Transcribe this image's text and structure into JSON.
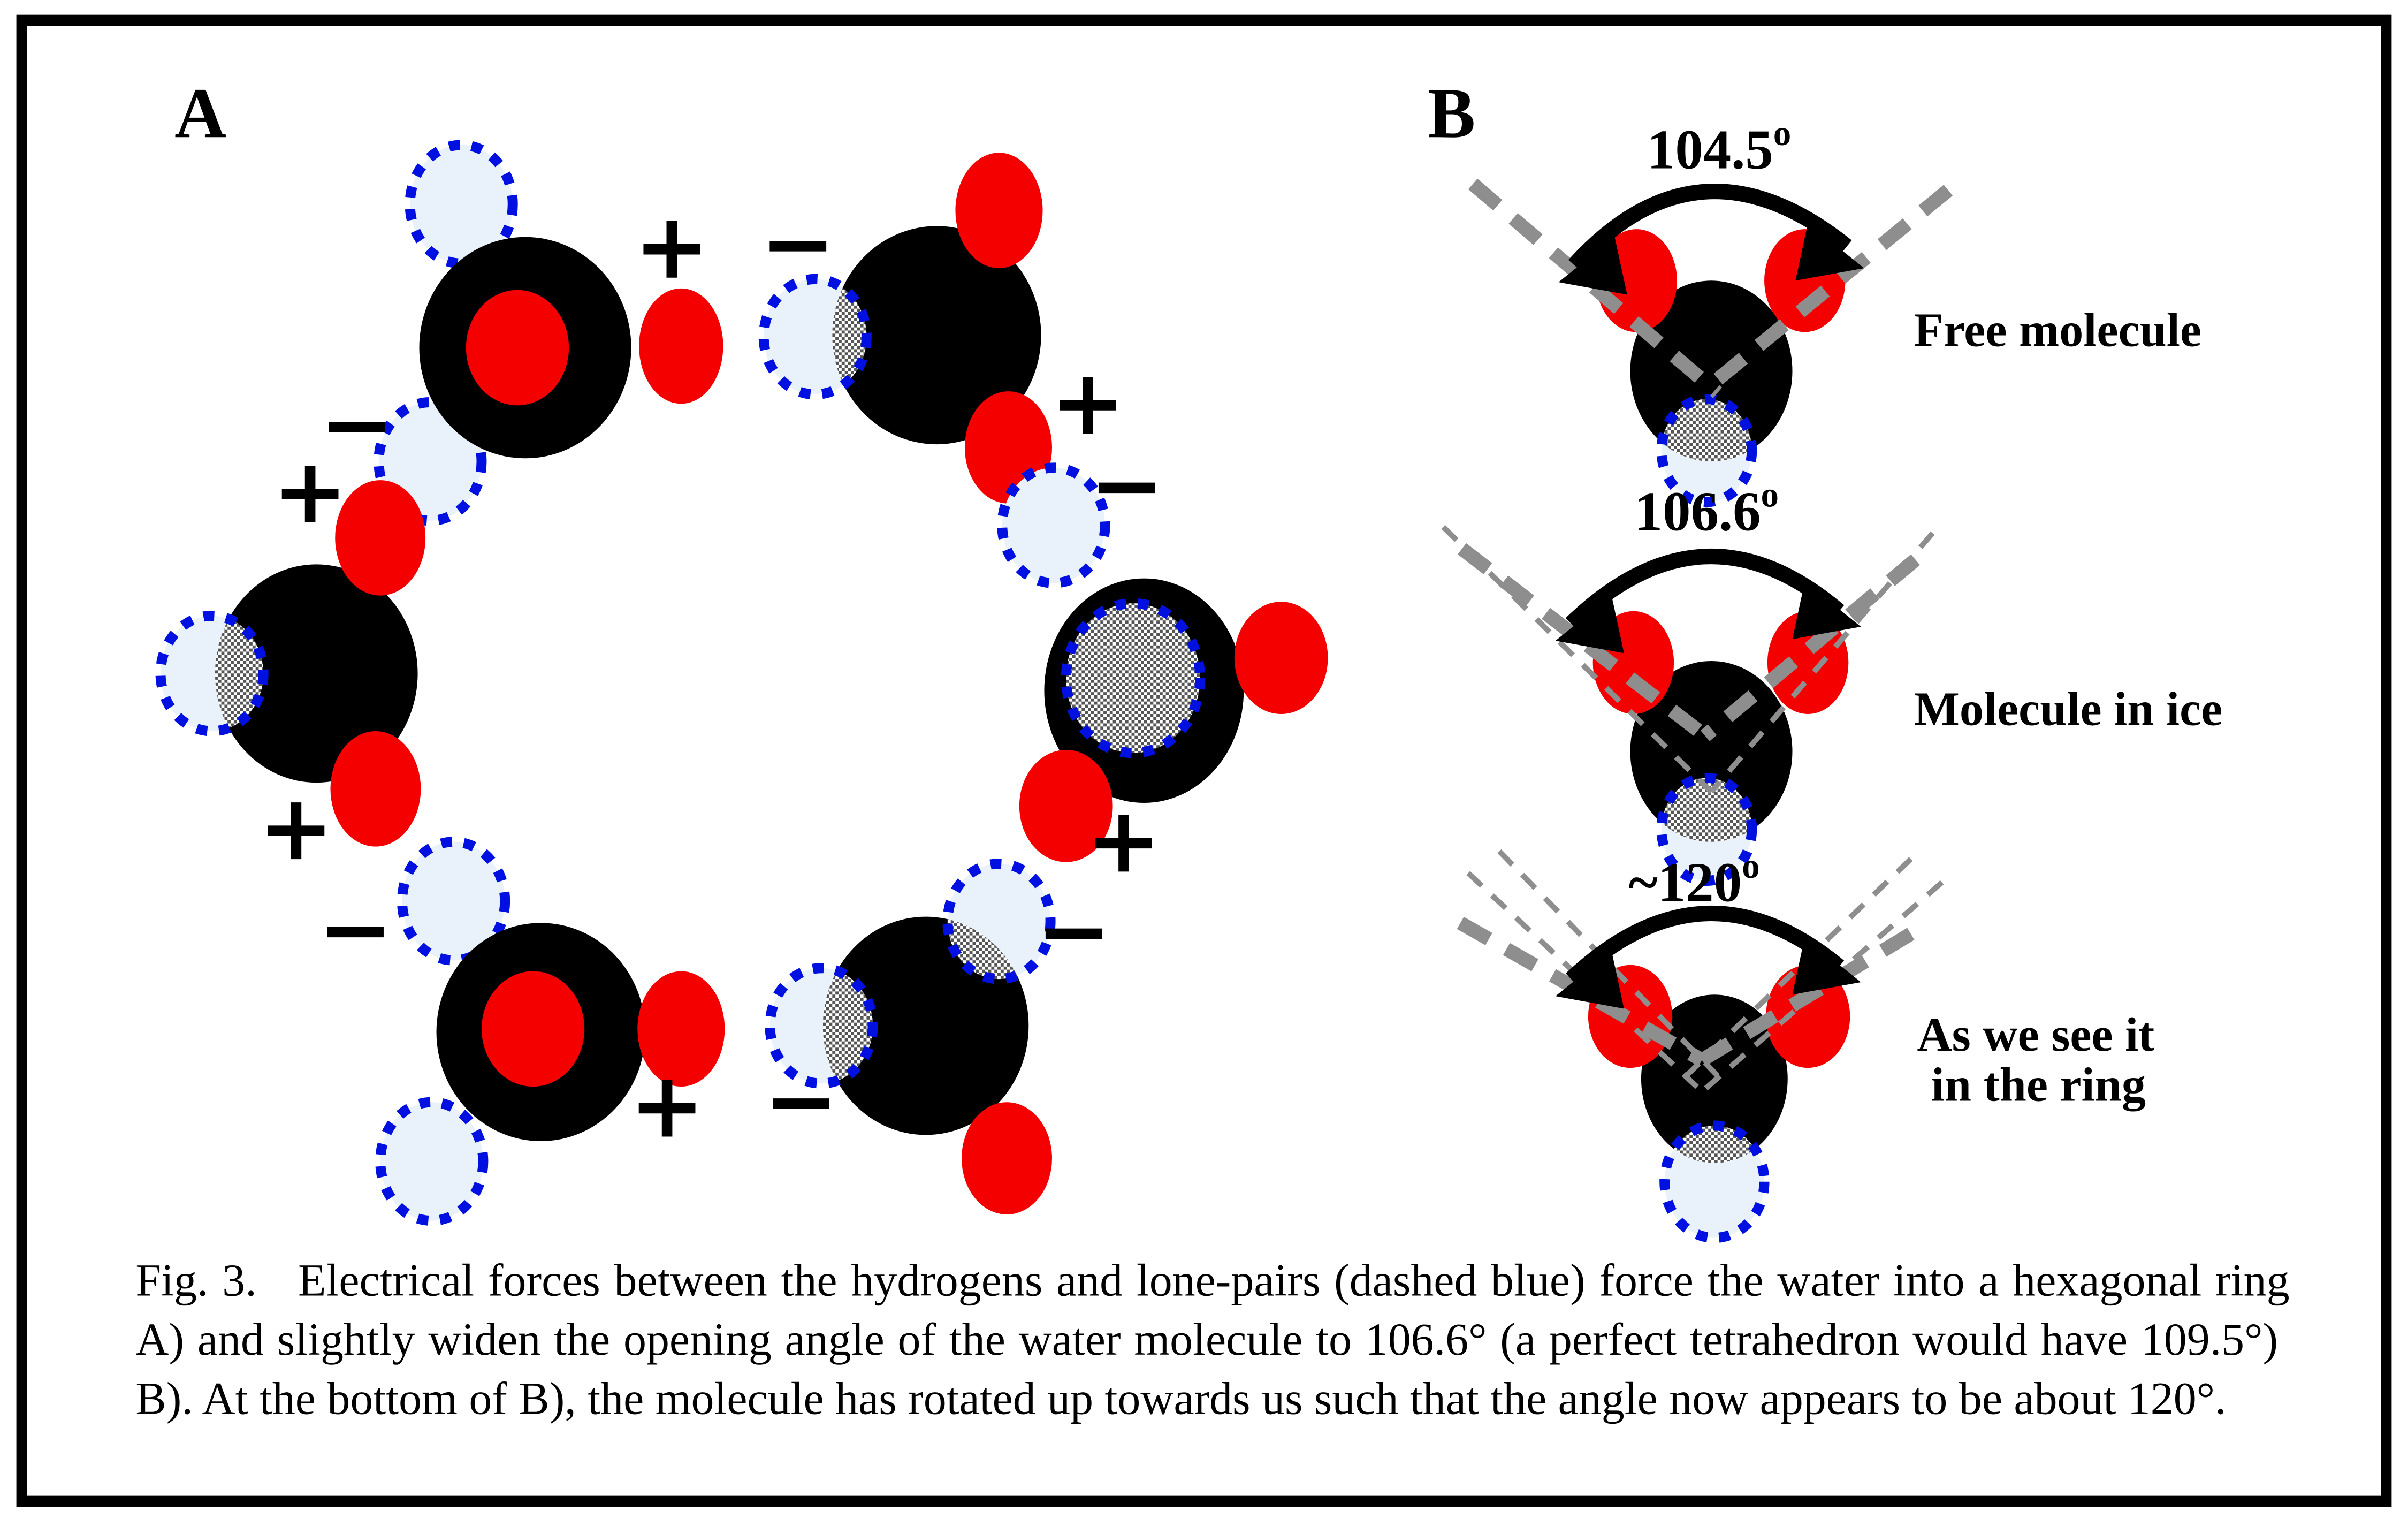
{
  "figure": {
    "panel_a_label": "A",
    "panel_b_label": "B",
    "caption": "Fig. 3.   Electrical forces between the hydrogens and lone-pairs (dashed blue) force the water into a hexagonal ring A) and slightly widen the opening angle of the water molecule to 106.6° (a perfect tetrahedron would have 109.5°)  B). At the bottom of B), the molecule has rotated up towards us such that the angle now appears to be about 120°."
  },
  "panel_b": {
    "diagrams": [
      {
        "angle": "104.5",
        "angle_sup": "o",
        "label": "Free molecule"
      },
      {
        "angle": "106.6",
        "angle_sup": "o",
        "label": "Molecule in ice"
      },
      {
        "angle": "~120",
        "angle_sup": "o",
        "label": "As we see it",
        "label_line2": "in the ring"
      }
    ]
  },
  "ring": {
    "charge_plus": "+",
    "charge_minus": "−"
  },
  "colors": {
    "hydrogen_red": "#f40000",
    "oxygen_black": "#000000",
    "lone_pair_fill": "#e9f1fa",
    "lone_pair_outline": "#0010e0",
    "guide_gray": "#8e8e8e",
    "halftone_gray": "#555555",
    "text_black": "#000000"
  }
}
